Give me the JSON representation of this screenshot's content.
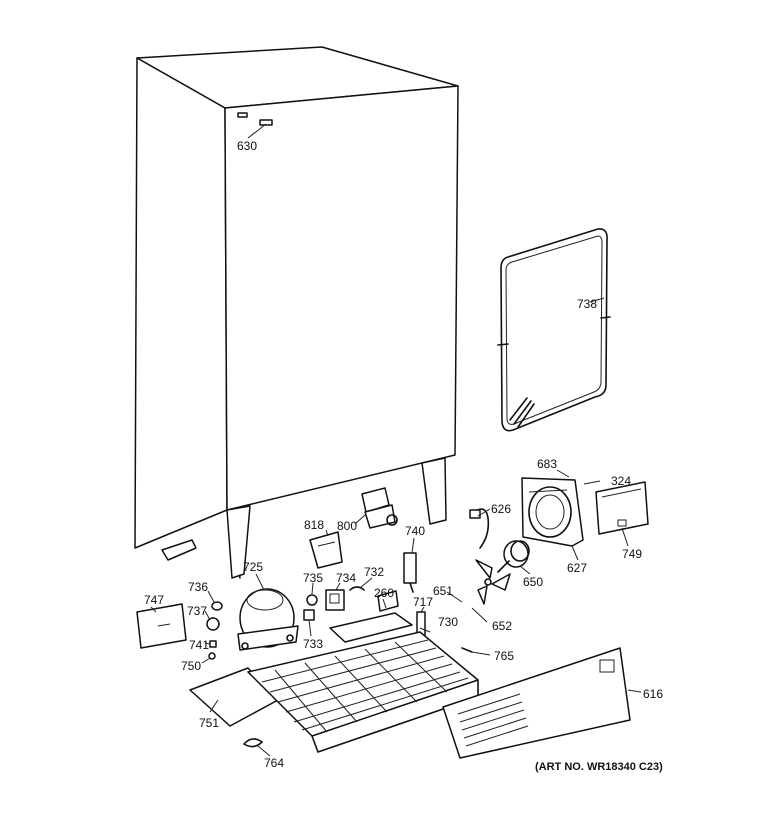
{
  "art_number": "(ART NO. WR18340 C23)",
  "callouts": [
    {
      "id": "p630",
      "label": "630"
    },
    {
      "id": "p738",
      "label": "738"
    },
    {
      "id": "p683",
      "label": "683"
    },
    {
      "id": "p324",
      "label": "324"
    },
    {
      "id": "p626",
      "label": "626"
    },
    {
      "id": "p818",
      "label": "818"
    },
    {
      "id": "p800",
      "label": "800"
    },
    {
      "id": "p740",
      "label": "740"
    },
    {
      "id": "p627",
      "label": "627"
    },
    {
      "id": "p749",
      "label": "749"
    },
    {
      "id": "p725",
      "label": "725"
    },
    {
      "id": "p736",
      "label": "736"
    },
    {
      "id": "p735",
      "label": "735"
    },
    {
      "id": "p734",
      "label": "734"
    },
    {
      "id": "p732",
      "label": "732"
    },
    {
      "id": "p650",
      "label": "650"
    },
    {
      "id": "p747",
      "label": "747"
    },
    {
      "id": "p737",
      "label": "737"
    },
    {
      "id": "p260",
      "label": "260"
    },
    {
      "id": "p651",
      "label": "651"
    },
    {
      "id": "p717",
      "label": "717"
    },
    {
      "id": "p741",
      "label": "741"
    },
    {
      "id": "p733",
      "label": "733"
    },
    {
      "id": "p730",
      "label": "730"
    },
    {
      "id": "p652",
      "label": "652"
    },
    {
      "id": "p750",
      "label": "750"
    },
    {
      "id": "p765",
      "label": "765"
    },
    {
      "id": "p616",
      "label": "616"
    },
    {
      "id": "p751",
      "label": "751"
    },
    {
      "id": "p764",
      "label": "764"
    }
  ]
}
